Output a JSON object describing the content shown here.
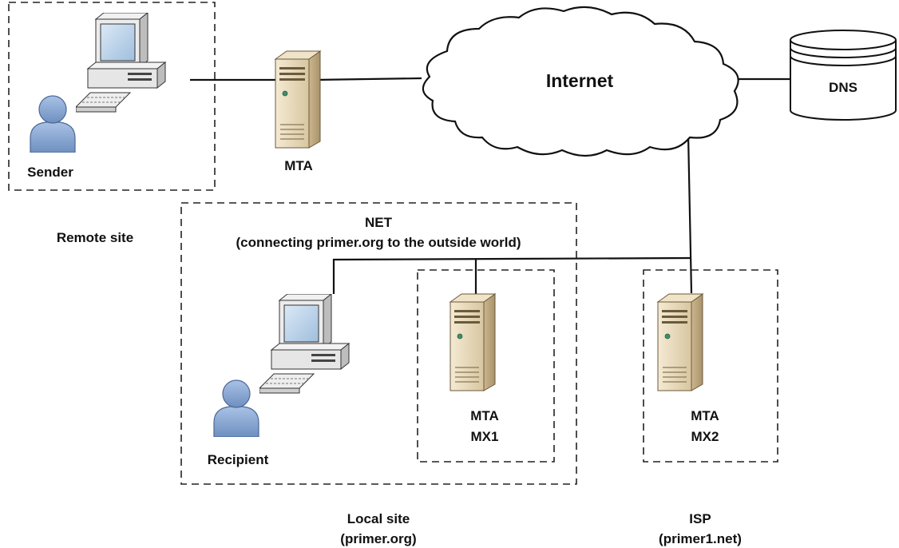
{
  "labels": {
    "sender": "Sender",
    "mta_remote": "MTA",
    "internet": "Internet",
    "dns": "DNS",
    "remote_site": "Remote site",
    "net_title": "NET",
    "net_subtitle": "(connecting primer.org to the outside world)",
    "recipient": "Recipient",
    "mx1_line1": "MTA",
    "mx1_line2": "MX1",
    "mx2_line1": "MTA",
    "mx2_line2": "MX2",
    "local_site": "Local site",
    "local_domain": "(primer.org)",
    "isp": "ISP",
    "isp_domain": "(primer1.net)"
  },
  "colors": {
    "server_body": "#e9dcc0",
    "server_side": "#c9b48e",
    "person": "#7e9fce",
    "computer": "#e8e8e8",
    "screen": "#b9d3ea"
  },
  "icons": [
    "computer-icon",
    "user-icon",
    "server-icon",
    "cloud-icon",
    "database-icon"
  ]
}
